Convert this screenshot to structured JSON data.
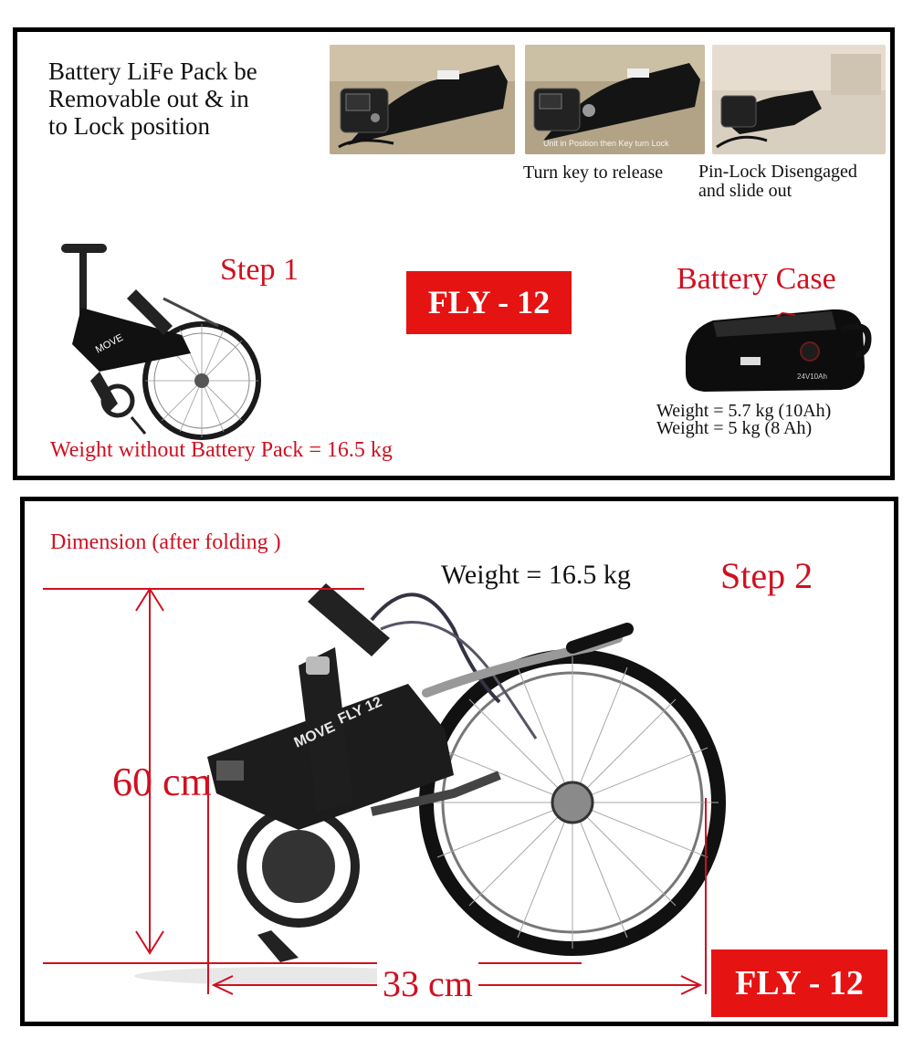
{
  "top_panel": {
    "intro_text": [
      "Battery LiFe Pack be",
      "Removable out & in",
      "to Lock position"
    ],
    "photo_2_caption_overlay": "Unit in Position then Key turn Lock",
    "caption_turn_key": "Turn key to release",
    "caption_pin_lock": [
      "Pin-Lock Disengaged",
      "and slide out"
    ],
    "step_label": "Step 1",
    "model_badge": "FLY - 12",
    "battery_case_title": "Battery Case",
    "battery_label": "24V10Ah",
    "weight_lines": [
      "Weight = 5.7 kg (10Ah)",
      "Weight = 5 kg  (8 Ah)"
    ],
    "weight_without_battery": "Weight without Battery Pack  = 16.5 kg",
    "bike_brand": "MOVE"
  },
  "bottom_panel": {
    "dimension_title": "Dimension (after folding )",
    "weight_text": "Weight = 16.5  kg",
    "step_label": "Step 2",
    "height_label": "60 cm",
    "width_label": "33 cm",
    "model_badge": "FLY - 12",
    "bike_brand": "MOVE",
    "bike_model": "FLY 12"
  },
  "colors": {
    "accent_red": "#e61313",
    "text_red": "#d01020",
    "frame_black": "#000000"
  }
}
